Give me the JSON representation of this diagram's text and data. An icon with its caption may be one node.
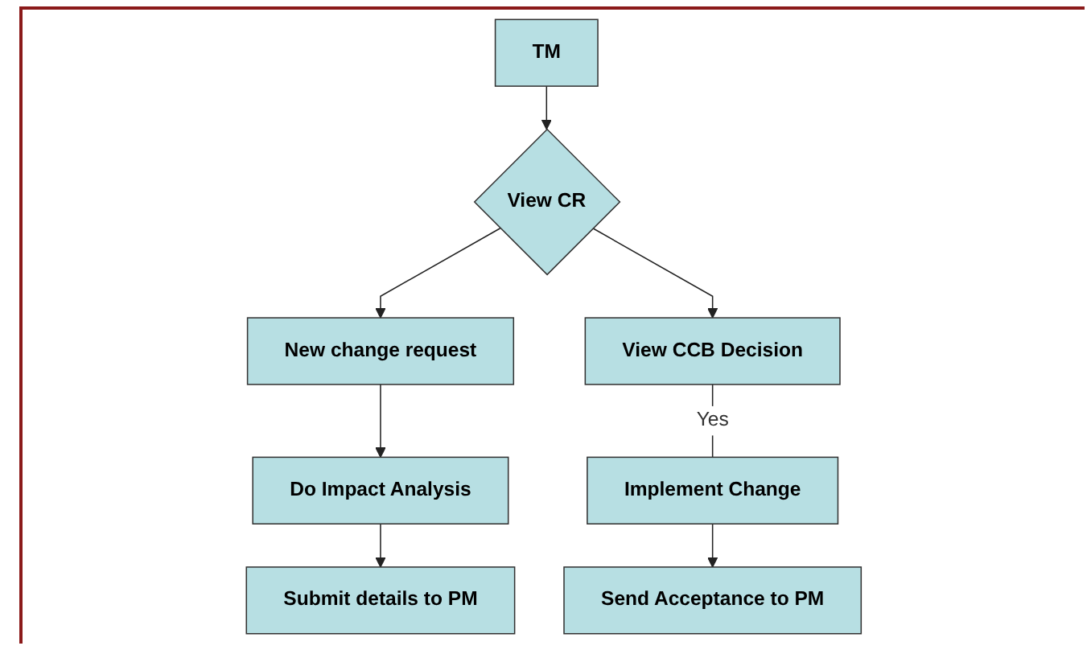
{
  "diagram": {
    "nodes": [
      {
        "text": [
          "TM"
        ]
      },
      {
        "text": [
          "View CR"
        ]
      },
      {
        "text": [
          "New change request"
        ]
      },
      {
        "text": [
          "View CCB Decision"
        ]
      },
      {
        "text": [
          "Do Impact Analysis"
        ]
      },
      {
        "text": [
          "Implement Change"
        ]
      },
      {
        "text": [
          "Submit details to PM"
        ]
      },
      {
        "text": [
          "Send Acceptance to PM"
        ]
      }
    ],
    "edges": [
      {
        "from": 0,
        "to": 1,
        "arrow": "to"
      },
      {
        "from": 1,
        "to": 2,
        "arrow": "to"
      },
      {
        "from": 1,
        "to": 3,
        "arrow": "to"
      },
      {
        "from": 2,
        "to": 4,
        "arrow": "to"
      },
      {
        "from": 4,
        "to": 6,
        "arrow": "to"
      },
      {
        "from": 3,
        "to": 5,
        "arrow": "none",
        "label": "Yes"
      },
      {
        "from": 5,
        "to": 7,
        "arrow": "to"
      }
    ]
  }
}
